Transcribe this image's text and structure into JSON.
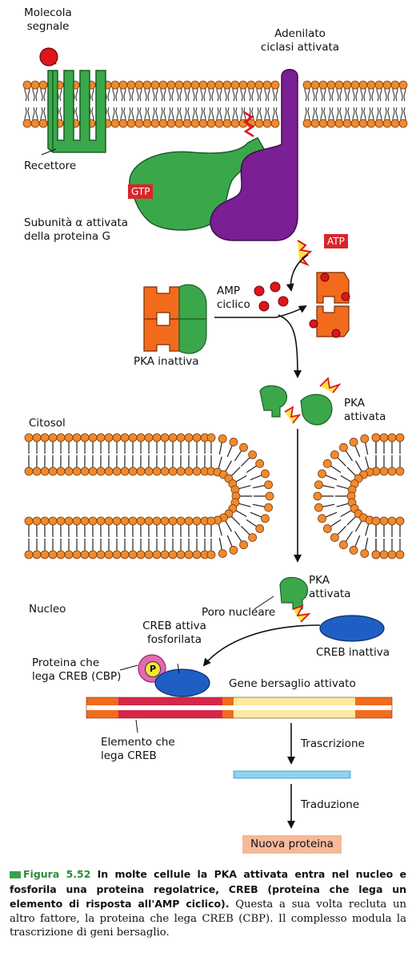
{
  "labels": {
    "molecola_segnale": "Molecola\nsegnale",
    "adenilato": "Adenilato\nciclasi attivata",
    "recettore": "Recettore",
    "subunita": "Subunità α attivata\ndella proteina G",
    "gtp": "GTP",
    "atp": "ATP",
    "amp": "AMP\nciclico",
    "pka_inattiva": "PKA inattiva",
    "pka_attivata_1": "PKA\nattivata",
    "citosol": "Citosol",
    "nucleo": "Nucleo",
    "poro": "Poro nucleare",
    "pka_attivata_2": "PKA\nattivata",
    "creb_attiva": "CREB attiva\nfosforilata",
    "creb_inattiva": "CREB inattiva",
    "cbp": "Proteina che\nlega CREB (CBP)",
    "p": "P",
    "gene": "Gene bersaglio attivato",
    "elemento": "Elemento che\nlega CREB",
    "trascrizione": "Trascrizione",
    "traduzione": "Traduzione",
    "nuova_proteina": "Nuova proteina"
  },
  "caption": {
    "fig": "Figura 5.52",
    "bold": "In molte cellule la PKA attivata entra nel nucleo e fosforila una proteina regolatrice, CREB (proteina che lega un elemento di risposta all'AMP ciclico).",
    "text": "Questa a sua volta recluta un altro fattore, la proteina che lega CREB (CBP). Il complesso modula la trascrizione di geni bersaglio."
  },
  "colors": {
    "membrane_head": "#f08a2e",
    "receptor": "#3aa84a",
    "g_protein": "#3aa84a",
    "adenylate": "#7a1f94",
    "tag_red": "#d8262b",
    "pka_orange": "#f26b1d",
    "pka_green": "#3aa84a",
    "camp_red": "#e0141a",
    "creb_blue": "#1f5fc4",
    "cbp_pink": "#e46ab1",
    "p_yellow": "#f4e33a",
    "gene_orange": "#f26b1d",
    "gene_red": "#d8264a",
    "gene_yellow": "#fbeaa0",
    "mrna_blue": "#8fd3f2",
    "new_protein": "#f6b99a",
    "caption_green": "#2e8a3a"
  }
}
